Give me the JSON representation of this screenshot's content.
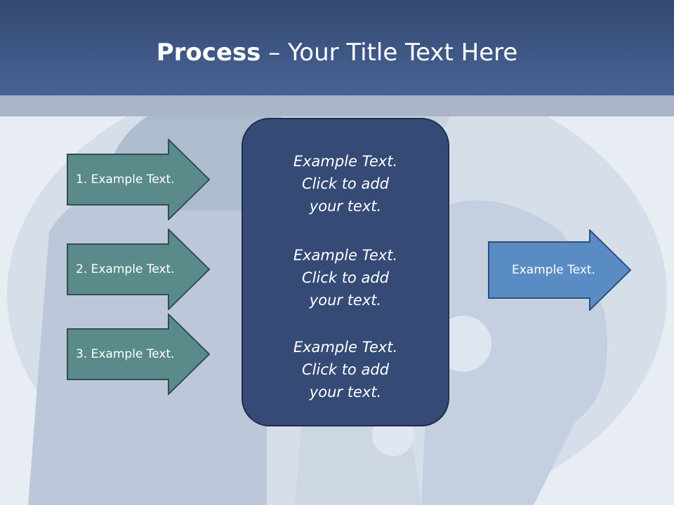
{
  "title": {
    "strong": "Process",
    "rest": " – Your Title Text Here"
  },
  "left_arrows": [
    {
      "label": "1. Example Text."
    },
    {
      "label": "2. Example Text."
    },
    {
      "label": "3. Example Text."
    }
  ],
  "center_box": {
    "blocks": [
      {
        "lines": [
          "Example Text.",
          "Click  to add",
          "your text."
        ]
      },
      {
        "lines": [
          "Example Text.",
          "Click  to add",
          "your text."
        ]
      },
      {
        "lines": [
          "Example Text.",
          "Click  to add",
          "your text."
        ]
      }
    ]
  },
  "right_arrow": {
    "label": "Example Text."
  },
  "colors": {
    "header": "#3f5785",
    "left_arrow_fill": "#5b8a8a",
    "center_box_fill": "#364a76",
    "right_arrow_fill": "#5a8cc4"
  },
  "icons": {
    "background": "photo-person-in-snow"
  }
}
